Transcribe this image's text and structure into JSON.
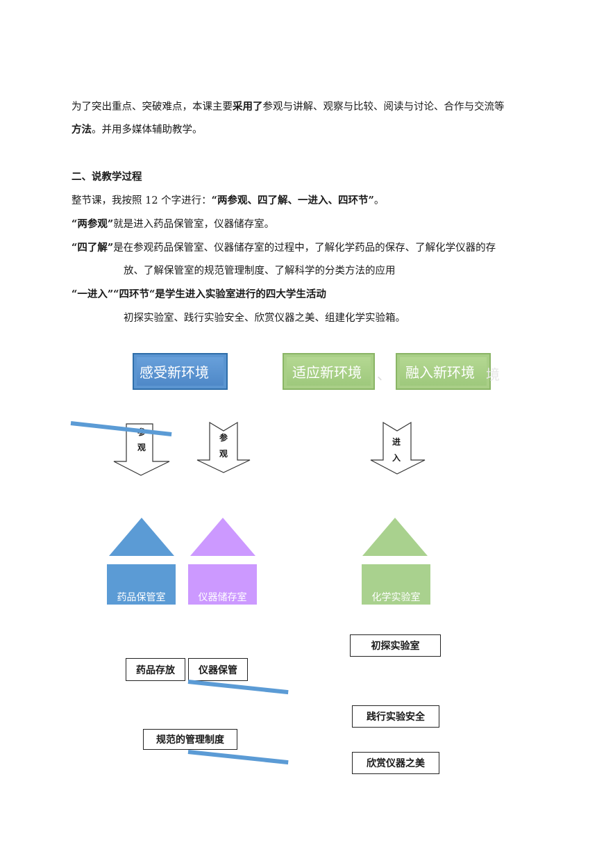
{
  "paragraph1": {
    "line1_a": "为了突出重点、突破难点，本课主要",
    "line1_b": "采用了",
    "line1_c": "参观与讲解、观察与比较、阅读与讨论、合作与交流等",
    "line2_a": "方法",
    "line2_b": "。并用多媒体辅助教学。"
  },
  "section2": {
    "heading": "二、说教学过程",
    "intro_a": "整节课，我按照 12 个字进行：",
    "intro_b": "“两参观、四了解、一进入、四环节”",
    "intro_c": "。",
    "item1_label": "“两参观”",
    "item1_text": "就是进入药品保管室，仪器储存室。",
    "item2_label": "“四了解”",
    "item2_text": "是在参观药品保管室、仪器储存室的过程中，了解化学药品的保存、了解化学仪器的存",
    "item2_cont": "放、了解保管室的规范管理制度、了解科学的分类方法的应用",
    "item3": "“一进入”“四环节“是学生进入实验室进行的四大学生活动",
    "item3_cont": "初探实验室、践行实验安全、欣赏仪器之美、组建化学实验箱。"
  },
  "diagram": {
    "banners": [
      "感受新环境",
      "适应新环境",
      "融入新环境"
    ],
    "banner_sep": "、",
    "banner_ghost": "境",
    "arrows": [
      {
        "chars": [
          "参",
          "观"
        ]
      },
      {
        "chars": [
          "参",
          "观"
        ]
      },
      {
        "chars": [
          "进",
          "入"
        ]
      }
    ],
    "rooms": [
      "药品保管室",
      "仪器储存室",
      "化学实验室"
    ],
    "left_boxes": [
      "药品存放",
      "仪器保管",
      "规范的管理制度"
    ],
    "right_boxes": [
      "初探实验室",
      "践行实验安全",
      "欣赏仪器之美"
    ]
  },
  "colors": {
    "blue": "#5b9bd5",
    "purple": "#cc99ff",
    "green": "#a9d18e"
  }
}
